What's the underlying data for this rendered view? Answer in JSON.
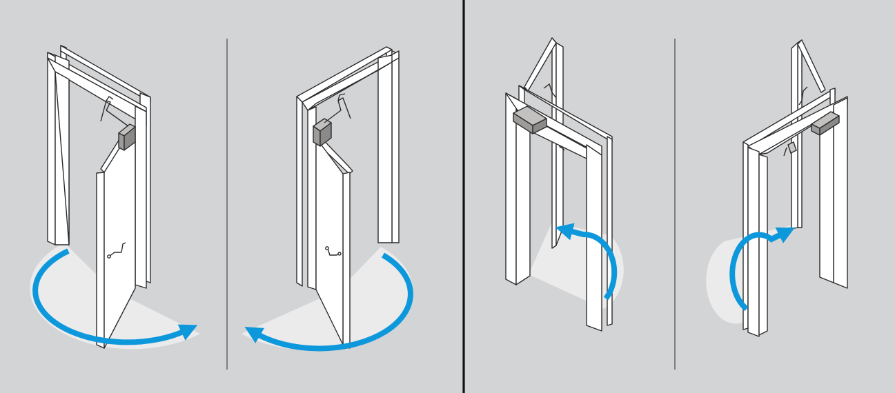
{
  "figure": {
    "panels": [
      {
        "id": "pull-left-hinge",
        "opening_side": "pull",
        "hinge_side": "left",
        "arrow_direction": "clockwise"
      },
      {
        "id": "pull-right-hinge",
        "opening_side": "pull",
        "hinge_side": "right",
        "arrow_direction": "counterclockwise"
      },
      {
        "id": "push-right-hinge",
        "opening_side": "push",
        "hinge_side": "right",
        "arrow_direction": "counterclockwise"
      },
      {
        "id": "push-left-hinge",
        "opening_side": "push",
        "hinge_side": "left",
        "arrow_direction": "clockwise"
      }
    ],
    "colors": {
      "background": "#d3d4d6",
      "swing_area": "#ebebeb",
      "arrow": "#0e98dc",
      "outline": "#2b2b2b",
      "door_fill": "#ffffff",
      "closer_body": "#9d9c9a",
      "divider_thin": "#5a5a5a",
      "divider_thick": "#111111"
    },
    "icons": [
      "door-closer-icon",
      "door-handle-icon",
      "swing-arrow-icon"
    ]
  }
}
